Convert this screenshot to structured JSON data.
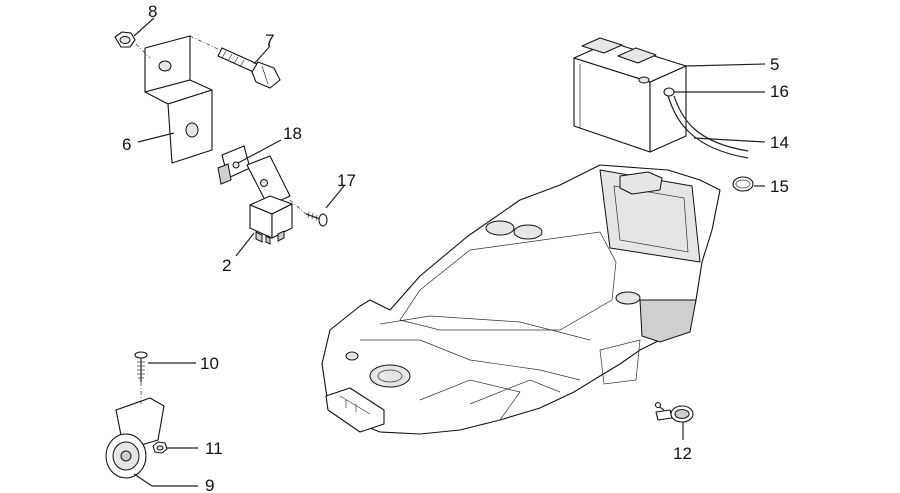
{
  "callouts": [
    {
      "id": "c1",
      "label": "8"
    },
    {
      "id": "c2",
      "label": "7"
    },
    {
      "id": "c3",
      "label": "6"
    },
    {
      "id": "c4",
      "label": "18"
    },
    {
      "id": "c5",
      "label": "17"
    },
    {
      "id": "c6",
      "label": "2"
    },
    {
      "id": "c7",
      "label": "5"
    },
    {
      "id": "c8",
      "label": "16"
    },
    {
      "id": "c9",
      "label": "14"
    },
    {
      "id": "c10",
      "label": "15"
    },
    {
      "id": "c11",
      "label": "10"
    },
    {
      "id": "c12",
      "label": "11"
    },
    {
      "id": "c13",
      "label": "9"
    },
    {
      "id": "c14",
      "label": "12"
    }
  ]
}
